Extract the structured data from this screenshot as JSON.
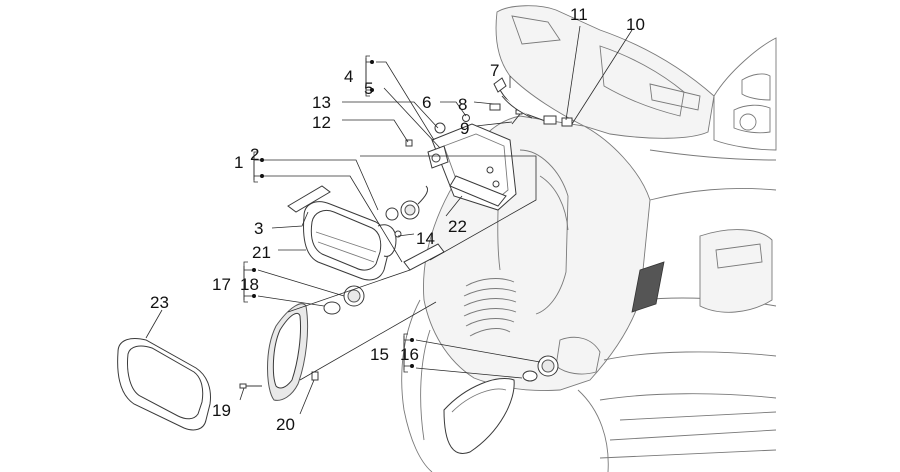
{
  "diagram": {
    "callouts": [
      {
        "id": "c1",
        "text": "1"
      },
      {
        "id": "c2",
        "text": "2"
      },
      {
        "id": "c3",
        "text": "3"
      },
      {
        "id": "c4",
        "text": "4"
      },
      {
        "id": "c5",
        "text": "5"
      },
      {
        "id": "c6",
        "text": "6"
      },
      {
        "id": "c7",
        "text": "7"
      },
      {
        "id": "c8",
        "text": "8"
      },
      {
        "id": "c9",
        "text": "9"
      },
      {
        "id": "c10",
        "text": "10"
      },
      {
        "id": "c11",
        "text": "11"
      },
      {
        "id": "c12",
        "text": "12"
      },
      {
        "id": "c13",
        "text": "13"
      },
      {
        "id": "c14",
        "text": "14"
      },
      {
        "id": "c15",
        "text": "15"
      },
      {
        "id": "c16",
        "text": "16"
      },
      {
        "id": "c17",
        "text": "17"
      },
      {
        "id": "c18",
        "text": "18"
      },
      {
        "id": "c19",
        "text": "19"
      },
      {
        "id": "c20",
        "text": "20"
      },
      {
        "id": "c21",
        "text": "21"
      },
      {
        "id": "c22",
        "text": "22"
      },
      {
        "id": "c23",
        "text": "23"
      }
    ]
  }
}
